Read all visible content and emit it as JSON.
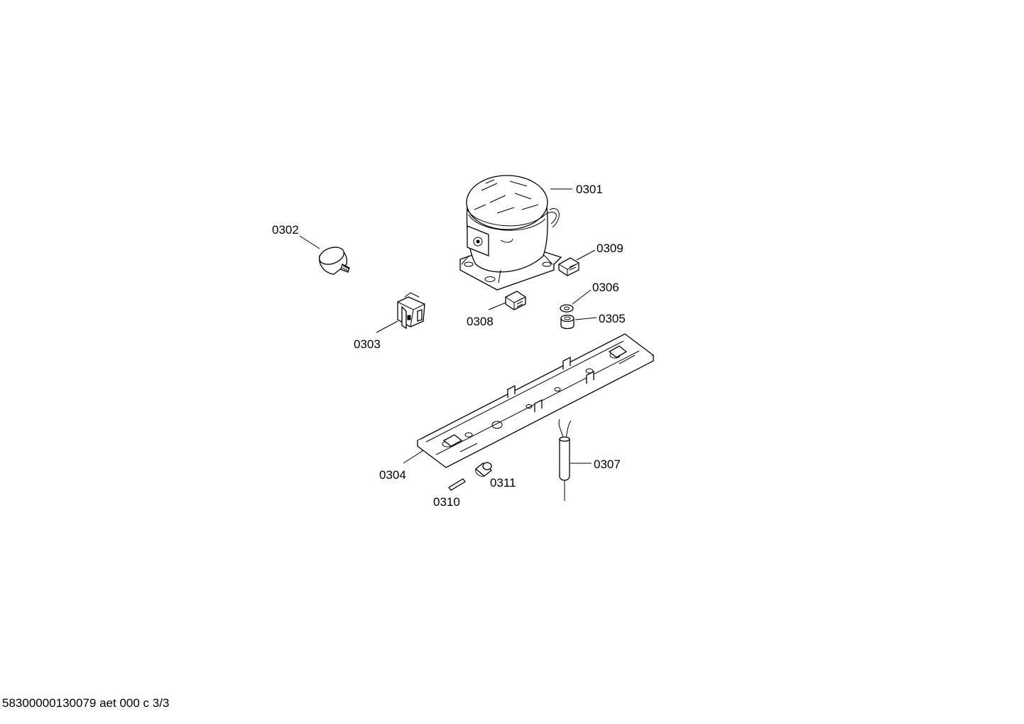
{
  "parts": [
    {
      "id": "0301",
      "label": "0301",
      "icon": "compressor-icon"
    },
    {
      "id": "0302",
      "label": "0302",
      "icon": "rubber-damper-icon"
    },
    {
      "id": "0303",
      "label": "0303",
      "icon": "relay-icon"
    },
    {
      "id": "0304",
      "label": "0304",
      "icon": "mounting-rail-icon"
    },
    {
      "id": "0305",
      "label": "0305",
      "icon": "sleeve-icon"
    },
    {
      "id": "0306",
      "label": "0306",
      "icon": "washer-icon"
    },
    {
      "id": "0307",
      "label": "0307",
      "icon": "dryer-filter-icon"
    },
    {
      "id": "0308",
      "label": "0308",
      "icon": "connector-icon"
    },
    {
      "id": "0309",
      "label": "0309",
      "icon": "connector-icon"
    },
    {
      "id": "0310",
      "label": "0310",
      "icon": "pin-icon"
    },
    {
      "id": "0311",
      "label": "0311",
      "icon": "bushing-icon"
    }
  ],
  "footer": "58300000130079 aet 000 c 3/3"
}
